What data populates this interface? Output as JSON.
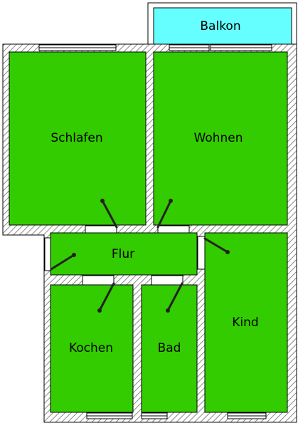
{
  "colors": {
    "room_fill": "#33cc00",
    "balcony_fill": "#66ffff",
    "wall_hatch": "#888888",
    "background": "#ffffff",
    "outline": "#000000"
  },
  "rooms": {
    "balkon": "Balkon",
    "schlafen": "Schlafen",
    "wohnen": "Wohnen",
    "flur": "Flur",
    "kind": "Kind",
    "kochen": "Kochen",
    "bad": "Bad"
  }
}
